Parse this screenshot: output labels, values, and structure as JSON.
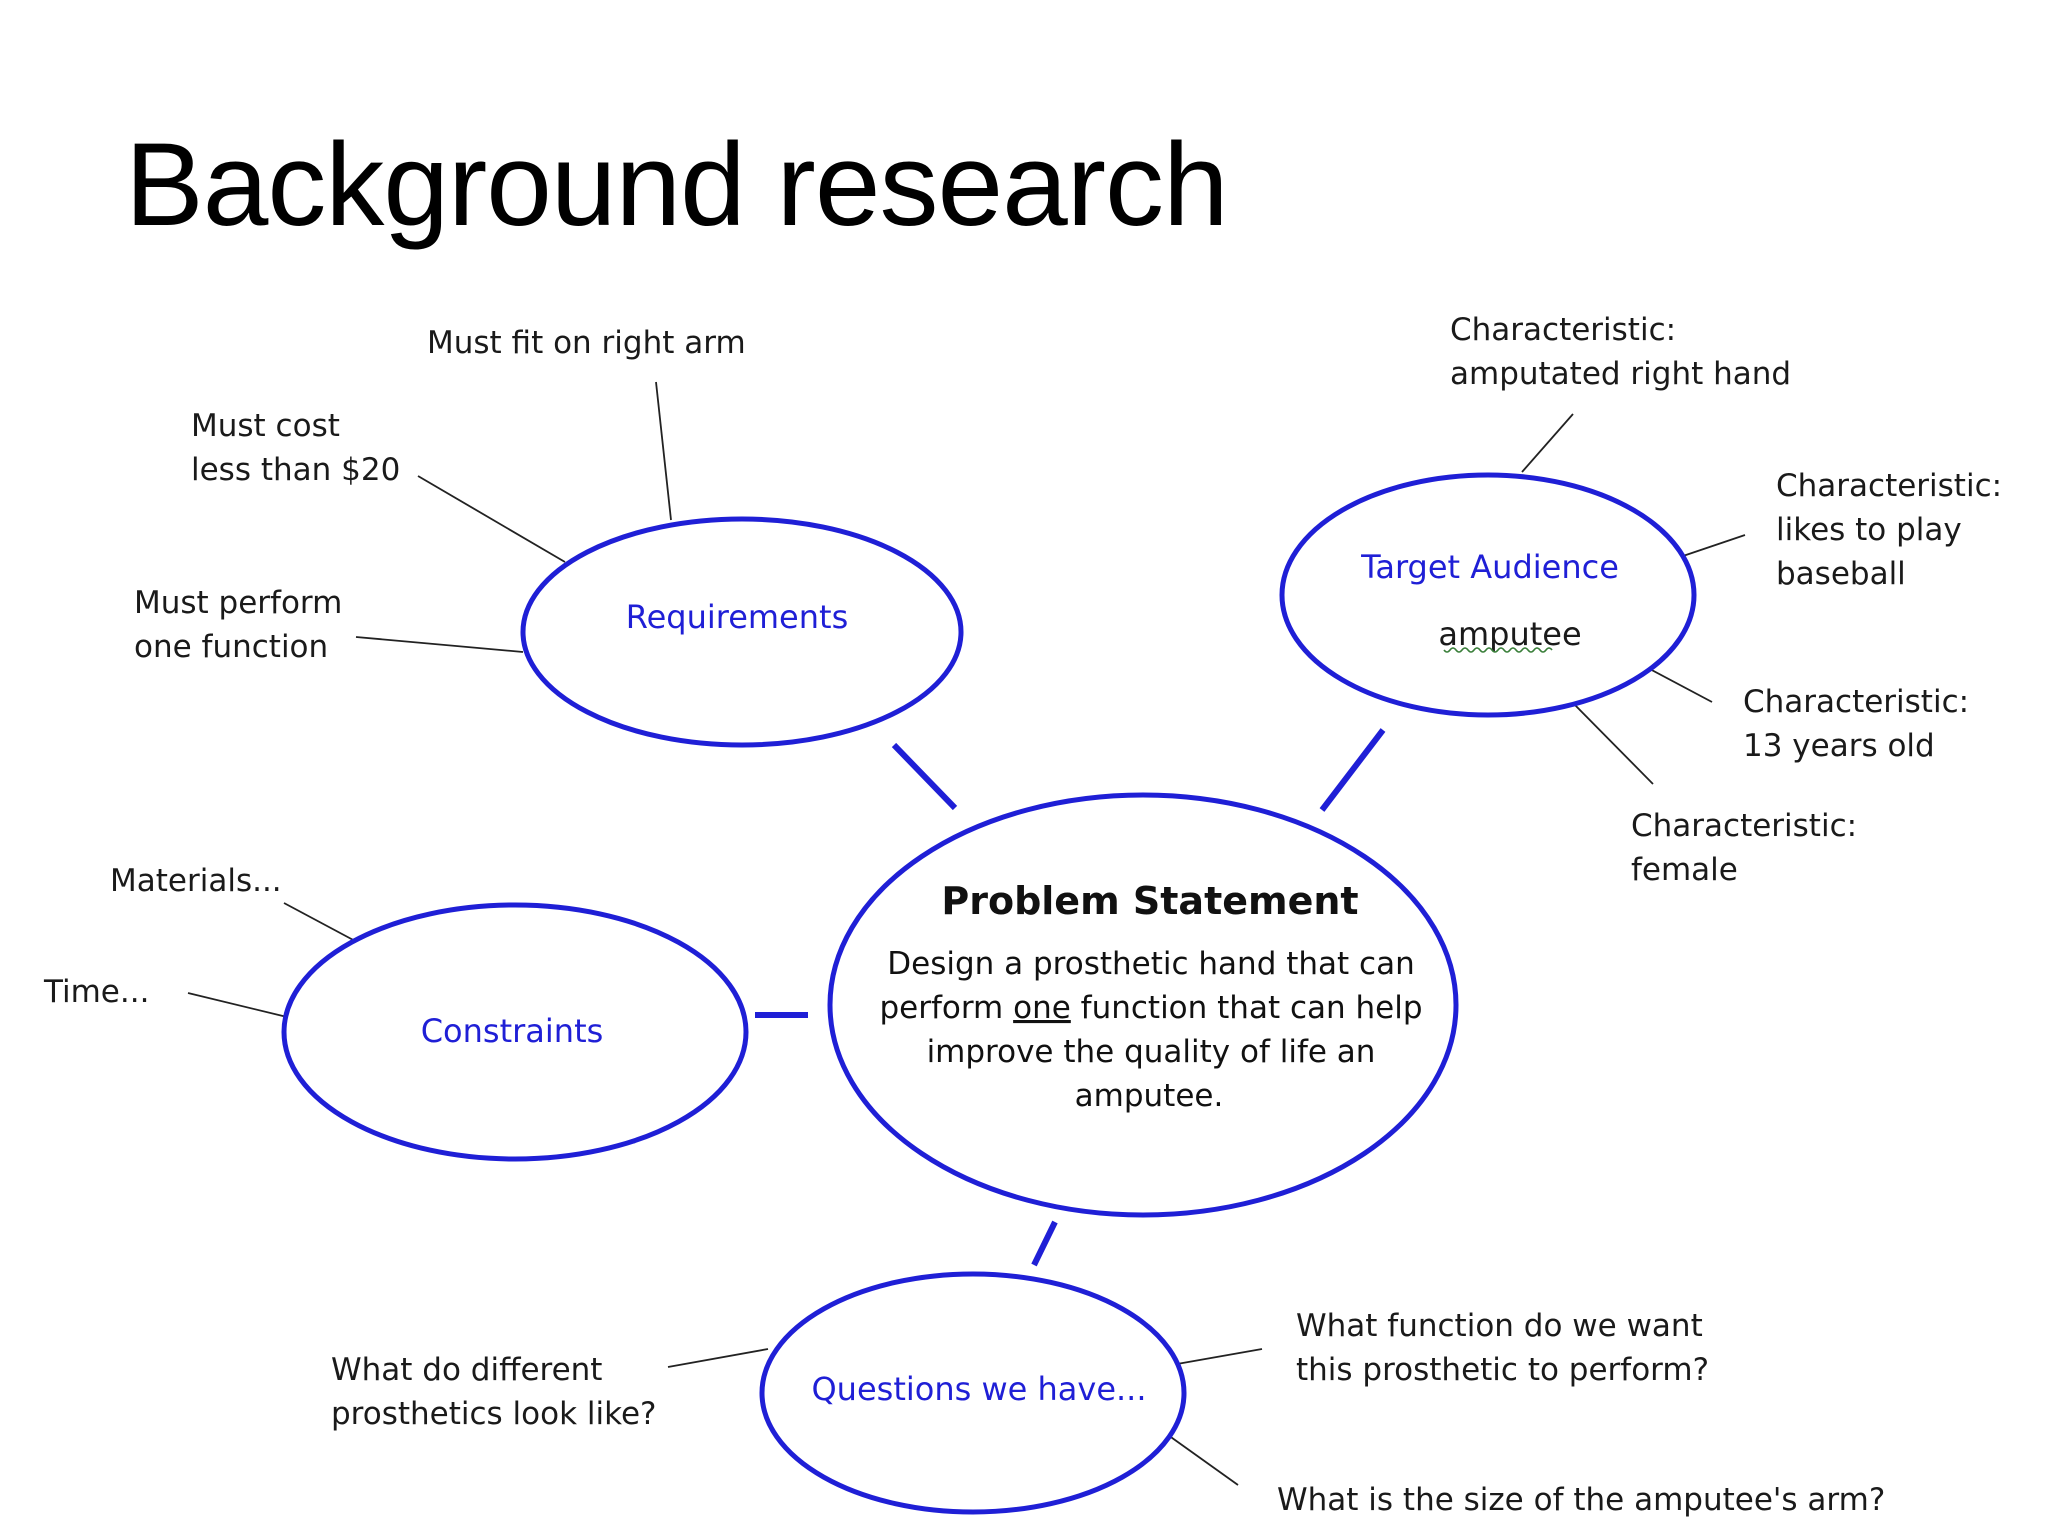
{
  "slide": {
    "title": "Background research"
  },
  "colors": {
    "accent": "#1f1fd6",
    "text": "#111111",
    "background": "#ffffff"
  },
  "nodes": {
    "problem": {
      "title": "Problem Statement",
      "body": {
        "line1": "Design a prosthetic hand that can",
        "line2_pre": "perform ",
        "line2_emph": "one",
        "line2_post": " function  that can help",
        "line3": "improve the quality  of life an",
        "line4": "amputee."
      }
    },
    "requirements": {
      "label": "Requirements"
    },
    "target_audience": {
      "label": "Target Audience",
      "sublabel": "amputee"
    },
    "constraints": {
      "label": "Constraints"
    },
    "questions": {
      "label": "Questions we have..."
    }
  },
  "requirements_items": {
    "fit": "Must fit on right arm",
    "cost": [
      "Must cost",
      "less than $20"
    ],
    "perform": [
      "Must perform",
      "one function"
    ]
  },
  "audience_items": {
    "hand": [
      "Characteristic:",
      "amputated right hand"
    ],
    "baseball": [
      "Characteristic:",
      "likes to play",
      "baseball"
    ],
    "age": [
      "Characteristic:",
      "13 years old"
    ],
    "gender": [
      "Characteristic:",
      "female"
    ]
  },
  "constraints_items": {
    "materials": "Materials...",
    "time": "Time..."
  },
  "questions_items": {
    "look": [
      "What do different",
      "prosthetics look like?"
    ],
    "function": [
      "What function  do  we want",
      "this prosthetic to perform?"
    ],
    "size": "What is the size  of the amputee's arm?"
  }
}
